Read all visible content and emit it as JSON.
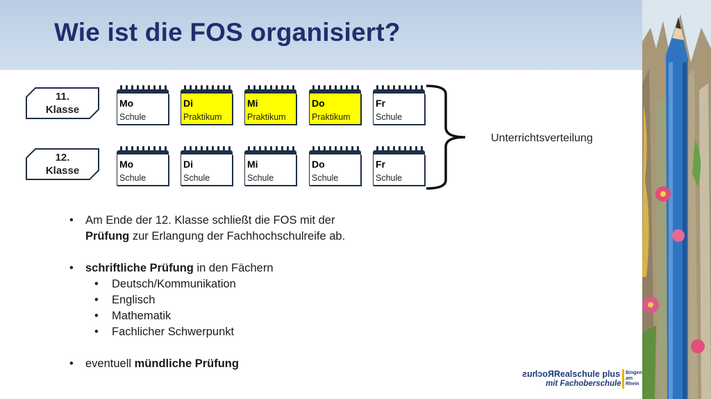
{
  "title": "Wie ist die FOS organisiert?",
  "classes": [
    {
      "label_line1": "11.",
      "label_line2": "Klasse",
      "days": [
        {
          "day": "Mo",
          "activity": "Schule",
          "highlighted": false
        },
        {
          "day": "Di",
          "activity": "Praktikum",
          "highlighted": true
        },
        {
          "day": "Mi",
          "activity": "Praktikum",
          "highlighted": true
        },
        {
          "day": "Do",
          "activity": "Praktikum",
          "highlighted": true
        },
        {
          "day": "Fr",
          "activity": "Schule",
          "highlighted": false
        }
      ]
    },
    {
      "label_line1": "12.",
      "label_line2": "Klasse",
      "days": [
        {
          "day": "Mo",
          "activity": "Schule",
          "highlighted": false
        },
        {
          "day": "Di",
          "activity": "Schule",
          "highlighted": false
        },
        {
          "day": "Mi",
          "activity": "Schule",
          "highlighted": false
        },
        {
          "day": "Do",
          "activity": "Schule",
          "highlighted": false
        },
        {
          "day": "Fr",
          "activity": "Schule",
          "highlighted": false
        }
      ]
    }
  ],
  "brace_label": "Unterrichtsverteilung",
  "bullets": {
    "b1_line1": "Am Ende der 12. Klasse schließt die FOS mit der",
    "b1_bold": "Prüfung",
    "b1_line2_rest": " zur Erlangung der Fachhochschulreife ab.",
    "b2_bold": "schriftliche Prüfung",
    "b2_rest": " in den Fächern",
    "subjects": [
      "Deutsch/Kommunikation",
      "Englisch",
      "Mathematik",
      "Fachlicher Schwerpunkt"
    ],
    "b3_text": "eventuell ",
    "b3_bold": "mündliche Prüfung"
  },
  "logo": {
    "line1": "Realschule plus",
    "mirrored": "Rochus",
    "line2": "mit Fachoberschule",
    "side": [
      "Bingen",
      "am",
      "Rhein"
    ]
  },
  "colors": {
    "title": "#1f2e6d",
    "highlight": "#ffff00",
    "header_band": "#c2d4e8",
    "calendar_frame": "#1f2f45"
  }
}
